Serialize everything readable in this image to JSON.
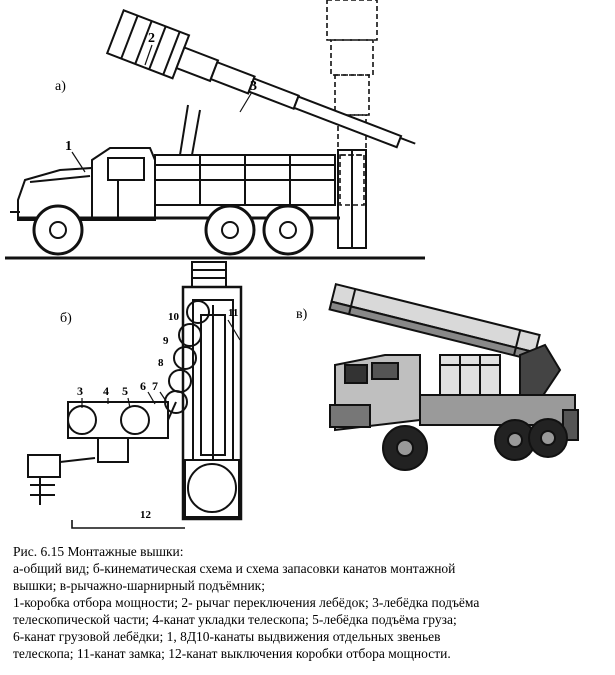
{
  "figure": {
    "panel_labels": {
      "a": "а)",
      "b": "б)",
      "c": "в)"
    },
    "callouts_a": [
      "1",
      "2",
      "3"
    ],
    "callouts_b": [
      "3",
      "4",
      "5",
      "6",
      "7",
      "8",
      "9",
      "10",
      "11",
      "12"
    ]
  },
  "caption": {
    "title": "Рис. 6.15 Монтажные вышки:",
    "lines": [
      "а-общий вид; б-кинематическая схема и схема запасовки канатов монтажной",
      "вышки; в-рычажно-шарнирный подъёмник;",
      "1-коробка отбора мощности; 2- рычаг переключения лебёдок; 3-лебёдка подъёма",
      "телескопической части; 4-канат укладки телескопа; 5-лебёдка подъёма груза;",
      "6-канат грузовой лебёдки; 1, 8Д10-канаты выдвижения отдельных звеньев",
      "телескопа; 11-канат замка; 12-канат выключения коробки отбора мощности."
    ]
  }
}
